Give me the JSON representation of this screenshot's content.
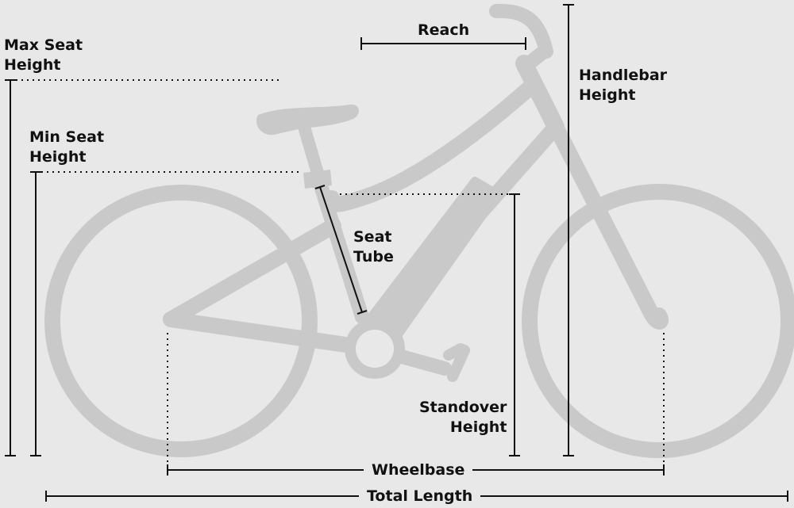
{
  "diagram": {
    "colors": {
      "background": "#e8e8e8",
      "bike": "#c9c9c9",
      "lines": "#111111"
    },
    "labels": {
      "max_seat_height": [
        "Max Seat",
        "Height"
      ],
      "min_seat_height": [
        "Min Seat",
        "Height"
      ],
      "reach": "Reach",
      "handlebar_height": [
        "Handlebar",
        "Height"
      ],
      "seat_tube": [
        "Seat",
        "Tube"
      ],
      "standover_height": [
        "Standover",
        "Height"
      ],
      "wheelbase": "Wheelbase",
      "total_length": "Total Length"
    }
  }
}
